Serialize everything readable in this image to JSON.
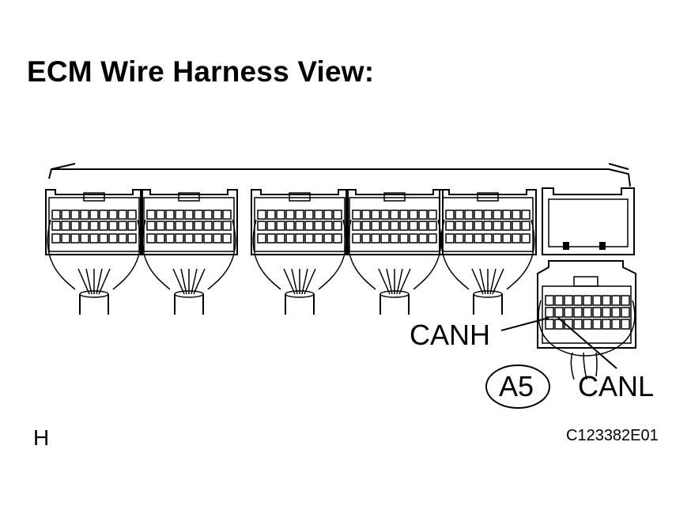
{
  "diagram": {
    "title": "ECM Wire Harness View:",
    "connector_id": "A5",
    "terminal_labels": {
      "canh": "CANH",
      "canl": "CANL"
    },
    "corner_mark": "H",
    "figure_code": "C123382E01"
  }
}
